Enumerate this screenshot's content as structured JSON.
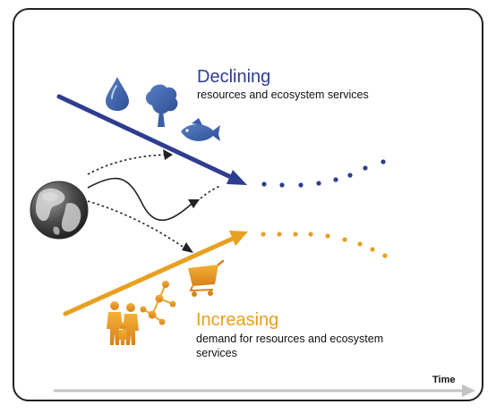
{
  "colors": {
    "declining": "#2e3d8f",
    "increasing": "#e8a020",
    "globe": "#555555",
    "connector": "#222222",
    "time_axis": "#c4c4c4"
  },
  "icons": {
    "declining": [
      "water-drop-icon",
      "tree-icon",
      "fish-icon"
    ],
    "increasing": [
      "people-icon",
      "molecule-icon",
      "shopping-cart-icon"
    ],
    "source": "globe-icon"
  },
  "declining": {
    "title": "Declining",
    "subtitle": "resources and ecosystem services"
  },
  "increasing": {
    "title": "Increasing",
    "subtitle_line1": "demand for resources and ecosystem",
    "subtitle_line2": "services"
  },
  "axis": {
    "label": "Time"
  }
}
